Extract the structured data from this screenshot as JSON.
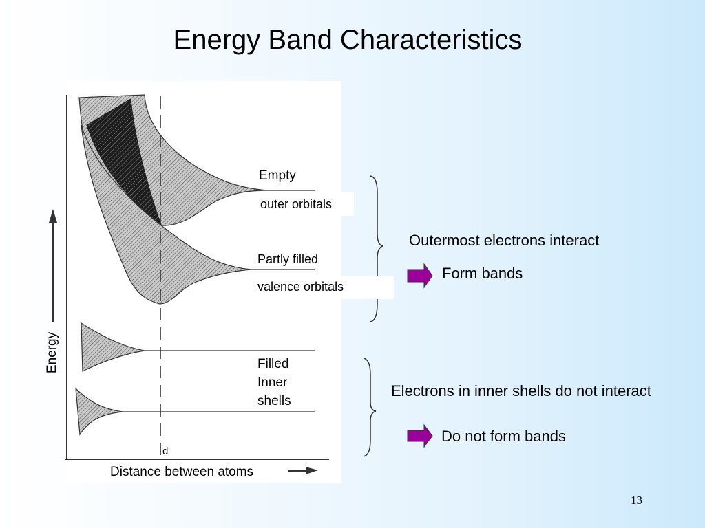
{
  "slide": {
    "title": "Energy Band Characteristics",
    "page_number": "13"
  },
  "diagram": {
    "y_axis_label": "Energy",
    "x_axis_label": "Distance between atoms",
    "d_marker": "d",
    "labels": {
      "empty_line1": "Empty",
      "empty_line2": "outer orbitals",
      "partly_line1": "Partly filled",
      "partly_line2": "valence orbitals",
      "filled_line1": "Filled",
      "filled_line2": "Inner",
      "filled_line3": "shells"
    }
  },
  "annotations": {
    "outer_statement": "Outermost electrons interact",
    "outer_result": "Form bands",
    "inner_statement": "Electrons in inner shells do not interact",
    "inner_result": "Do not form bands"
  },
  "colors": {
    "arrow_fill": "#990099",
    "hatch_band": "#8a8a8a",
    "dark_band": "#222222"
  }
}
